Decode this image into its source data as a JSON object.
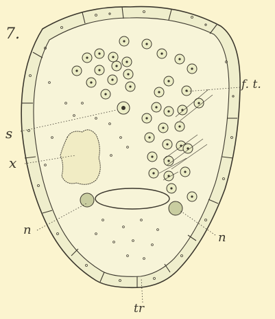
{
  "figure": {
    "number": "7.",
    "labels": {
      "ft": "f. t.",
      "s": "s",
      "x": "x",
      "n_left": "n",
      "n_right": "n",
      "tr": "tr"
    }
  },
  "colors": {
    "background": "#fbf4cf",
    "ink": "#3a362c",
    "cell_fill": "#ecedc6",
    "nucleus_fill": "#c9cda0"
  }
}
